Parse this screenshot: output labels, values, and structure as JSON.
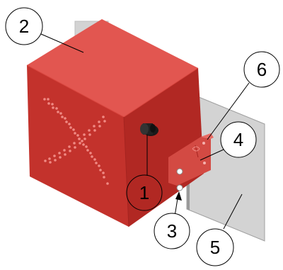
{
  "colors": {
    "box_front": "#c3322c",
    "box_top": "#e25650",
    "box_side": "#b12823",
    "panel_front": "#d3d3d3",
    "panel_edge": "#9a9a9a",
    "holes": "#f08a84",
    "outline": "#000000"
  },
  "labels": {
    "one": "1",
    "two": "2",
    "three": "3",
    "four": "4",
    "five": "5",
    "six": "6"
  }
}
